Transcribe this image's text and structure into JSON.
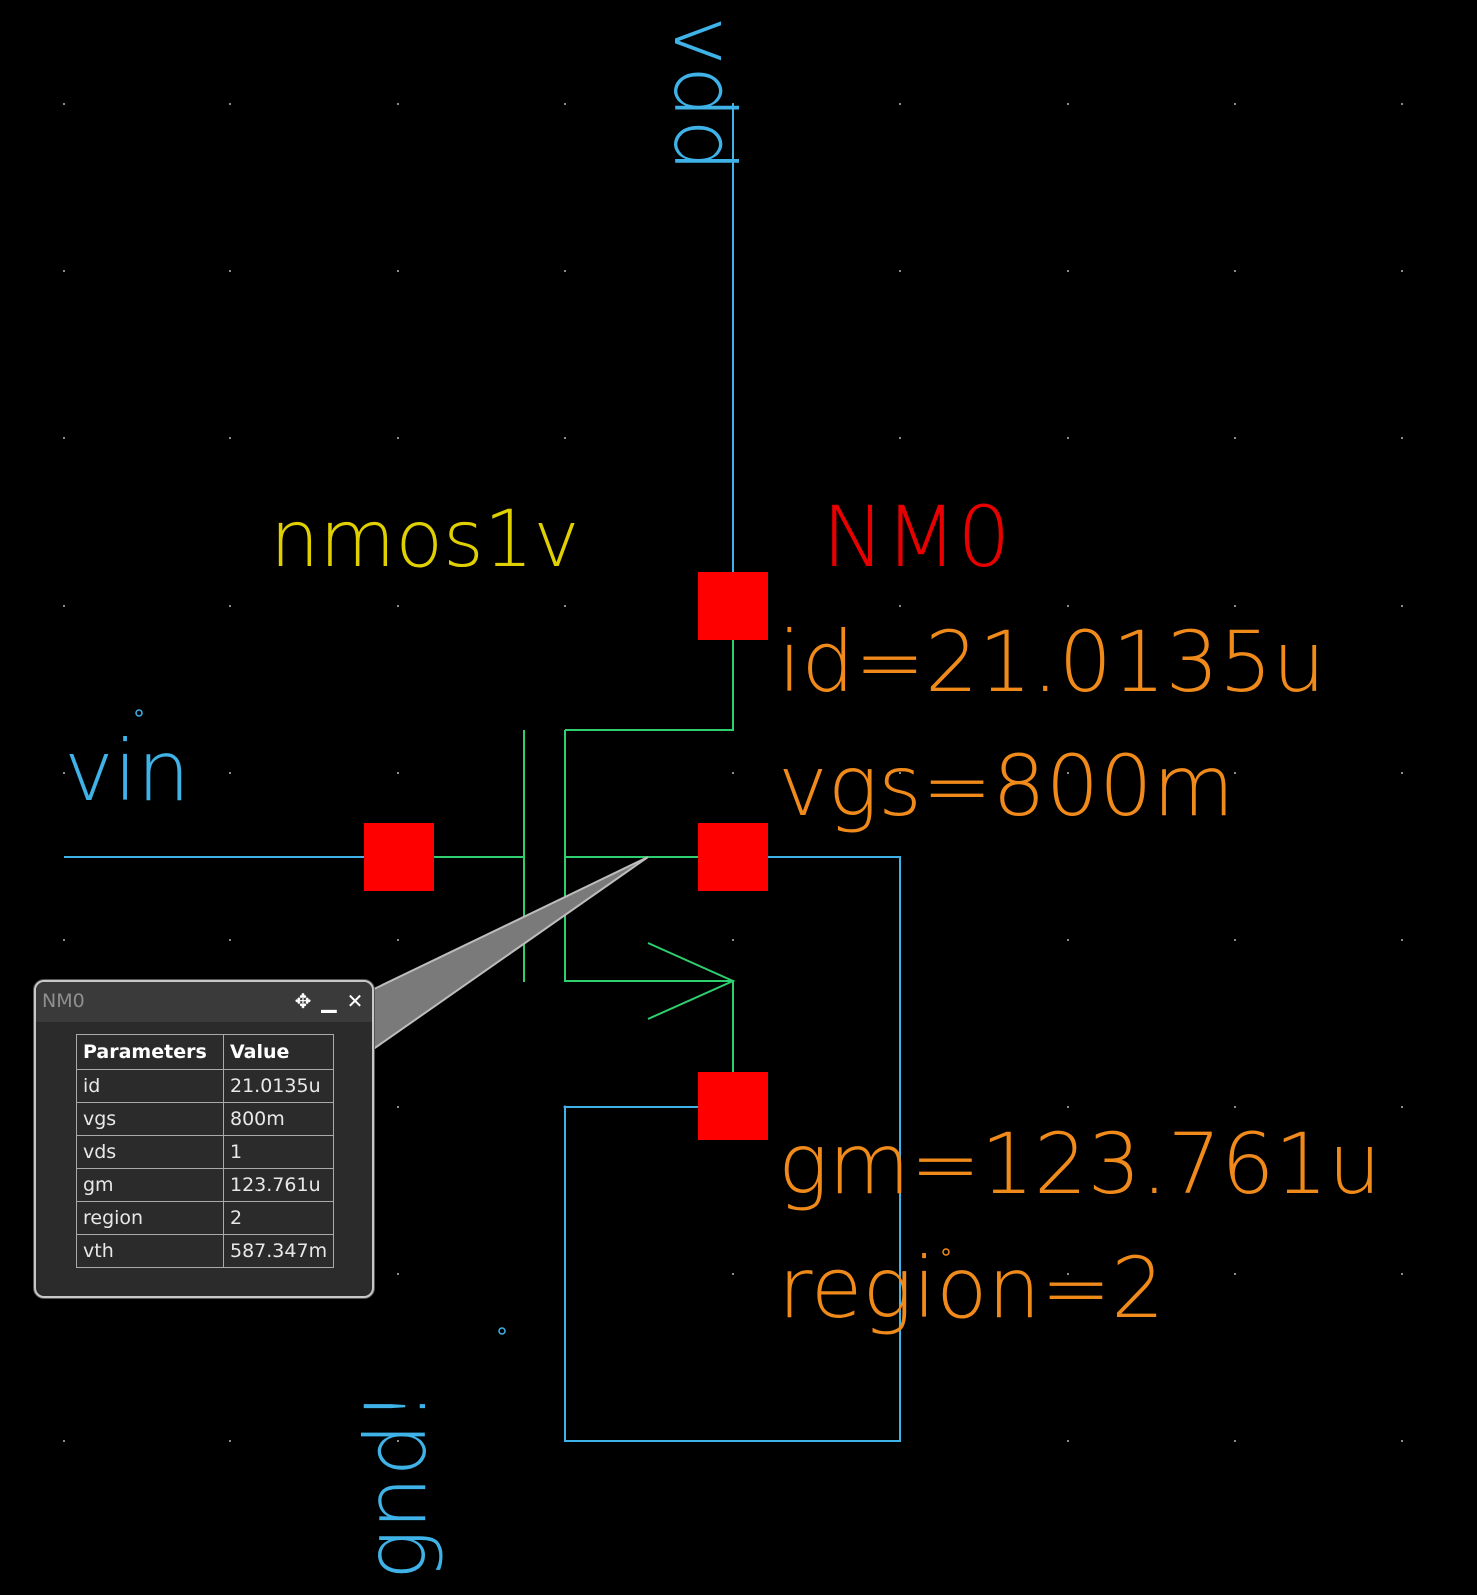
{
  "schematic": {
    "labels": {
      "vdd": "vdd",
      "gnd": "gnd!",
      "vin": "vin",
      "cell_name": "nmos1v",
      "instance_name": "NM0"
    },
    "annotations": {
      "id": "id=21.0135u",
      "vgs": "vgs=800m",
      "gm": "gm=123.761u",
      "region": "region=2"
    },
    "colors": {
      "background": "#000000",
      "wire": "#3fb2e8",
      "device": "#2ecf6e",
      "pin": "#ff0000",
      "cell_name": "#e0d000",
      "instance_name": "#e80000",
      "annotation": "#f08a1a",
      "grid_dot": "#8a8a8a"
    }
  },
  "popup": {
    "title": "NM0",
    "controls": {
      "move": "move-icon",
      "minimize": "minimize-icon",
      "close": "close-icon"
    },
    "table": {
      "headers": [
        "Parameters",
        "Value"
      ],
      "rows": [
        {
          "param": "id",
          "value": "21.0135u"
        },
        {
          "param": "vgs",
          "value": "800m"
        },
        {
          "param": "vds",
          "value": "1"
        },
        {
          "param": "gm",
          "value": "123.761u"
        },
        {
          "param": "region",
          "value": "2"
        },
        {
          "param": "vth",
          "value": "587.347m"
        }
      ]
    }
  }
}
